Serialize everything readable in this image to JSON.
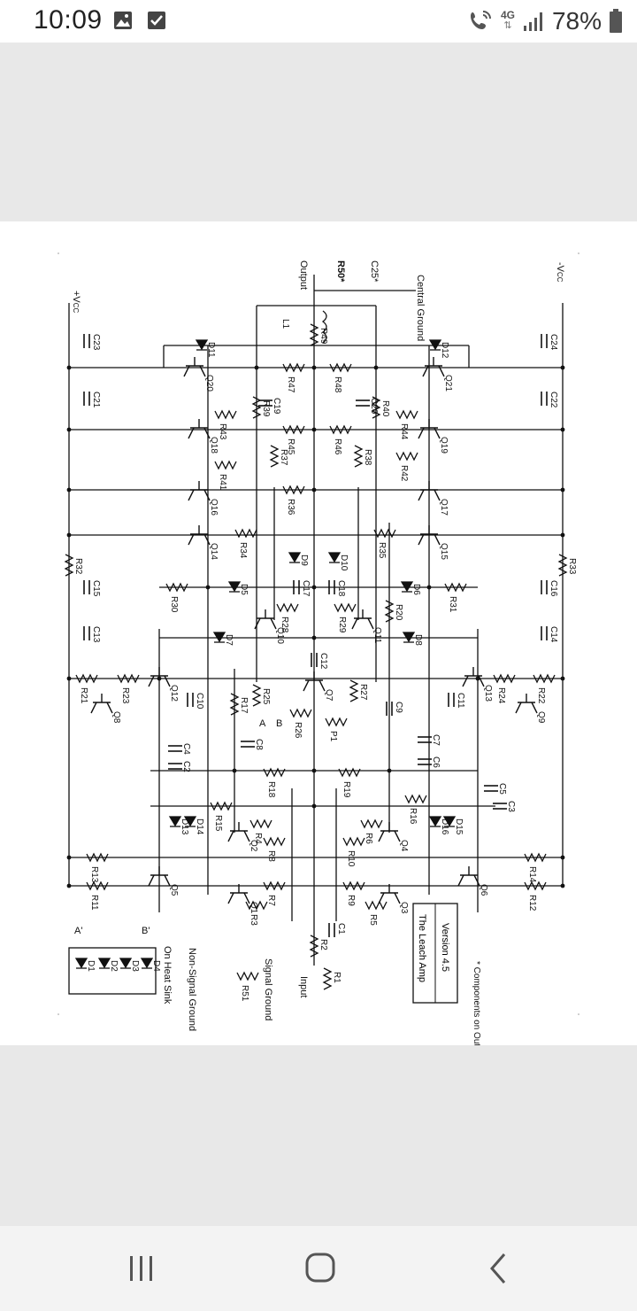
{
  "status_bar": {
    "time": "10:09",
    "battery_percent": "78%",
    "network_label": "4G",
    "icons": [
      "image-icon",
      "check-icon",
      "wifi-call-icon",
      "signal-icon",
      "battery-icon"
    ]
  },
  "diagram": {
    "title": "The Leach Amp",
    "version": "Version 4.5",
    "footnote": "* Components on Output Binding Posts",
    "vcc_pos": "+V",
    "vcc_neg": "-V",
    "vcc_sub": "CC",
    "output_label": "Output",
    "input_label": "Input",
    "central_ground": "Central Ground",
    "signal_ground": "Signal Ground",
    "non_signal_ground": "Non-Signal Ground",
    "on_heat_sink": "On Heat Sink",
    "r50": "R50*",
    "c25": "C25*",
    "a_prime": "A'",
    "b_prime": "B'",
    "node_a": "A",
    "node_b": "B",
    "plus": "+",
    "minus": "-",
    "components": {
      "transistors": [
        "Q1",
        "Q2",
        "Q3",
        "Q4",
        "Q5",
        "Q6",
        "Q7",
        "Q8",
        "Q9",
        "Q10",
        "Q11",
        "Q12",
        "Q13",
        "Q14",
        "Q15",
        "Q16",
        "Q17",
        "Q18",
        "Q19",
        "Q20",
        "Q21"
      ],
      "resistors": [
        "R1",
        "R2",
        "R3",
        "R4",
        "R5",
        "R6",
        "R7",
        "R8",
        "R9",
        "R10",
        "R11",
        "R12",
        "R13",
        "R14",
        "R15",
        "R16",
        "R17",
        "R18",
        "R19",
        "R20",
        "R21",
        "R22",
        "R23",
        "R24",
        "R25",
        "R26",
        "R27",
        "R28",
        "R29",
        "R30",
        "R31",
        "R32",
        "R33",
        "R34",
        "R35",
        "R36",
        "R37",
        "R38",
        "R39",
        "R40",
        "R41",
        "R42",
        "R43",
        "R44",
        "R45",
        "R46",
        "R47",
        "R48",
        "R49",
        "R51",
        "P1"
      ],
      "capacitors": [
        "C1",
        "C2",
        "C3",
        "C4",
        "C5",
        "C6",
        "C7",
        "C8",
        "C9",
        "C10",
        "C11",
        "C12",
        "C13",
        "C14",
        "C15",
        "C16",
        "C17",
        "C18",
        "C19",
        "C20",
        "C21",
        "C22",
        "C23",
        "C24"
      ],
      "diodes": [
        "D1",
        "D2",
        "D3",
        "D4",
        "D5",
        "D6",
        "D7",
        "D8",
        "D9",
        "D10",
        "D11",
        "D12",
        "D13",
        "D14",
        "D15",
        "D16"
      ],
      "inductors": [
        "L1"
      ]
    }
  },
  "nav": {
    "recent": "recent-apps-icon",
    "home": "home-icon",
    "back": "back-icon"
  }
}
